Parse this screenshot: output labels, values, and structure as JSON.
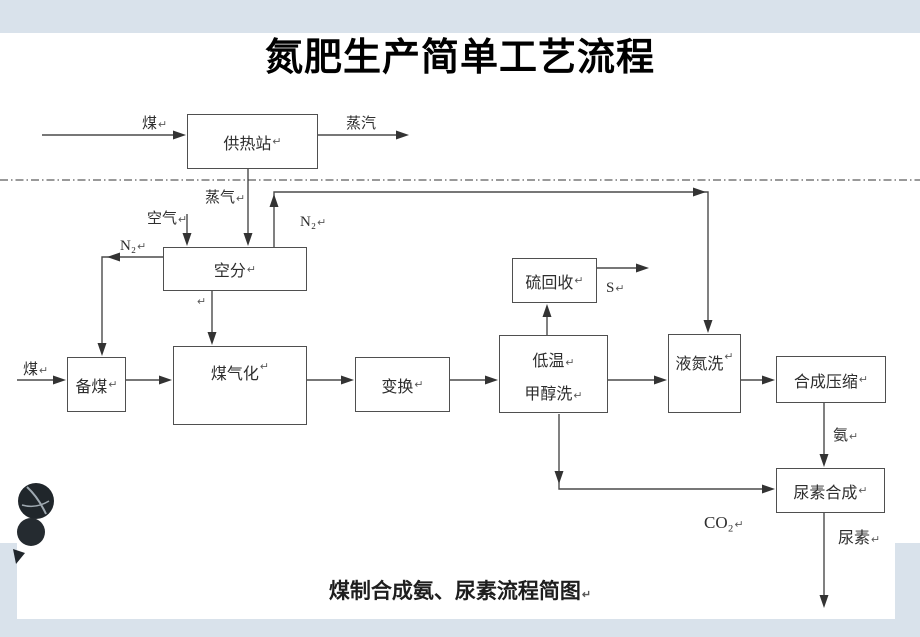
{
  "slide": {
    "title": "氮肥生产简单工艺流程",
    "caption": "煤制合成氨、尿素流程简图",
    "pilcrow": "↵"
  },
  "boxes": {
    "heat_station": "供热站",
    "air_separation": "空分",
    "sulfur_recovery": "硫回收",
    "coal_prep": "备煤",
    "coal_gasification": "煤气化",
    "shift_conversion": "变换",
    "methanol_wash_line1": "低温",
    "methanol_wash_line2": "甲醇洗",
    "liquid_nitrogen_wash": "液氮洗",
    "synthesis_compression": "合成压缩",
    "urea_synthesis": "尿素合成"
  },
  "stream_labels": {
    "coal_top": "煤",
    "steam_out": "蒸汽",
    "steam_in": "蒸气",
    "air": "空气",
    "n2_left": "N₂",
    "n2_right": "N₂",
    "sulfur": "S",
    "coal_main": "煤",
    "ammonia": "氨",
    "co2": "CO₂",
    "urea": "尿素"
  },
  "colors": {
    "background": "#d9e2eb",
    "page": "#ffffff",
    "line": "#4a4a4a",
    "text": "#2e2e2e"
  }
}
